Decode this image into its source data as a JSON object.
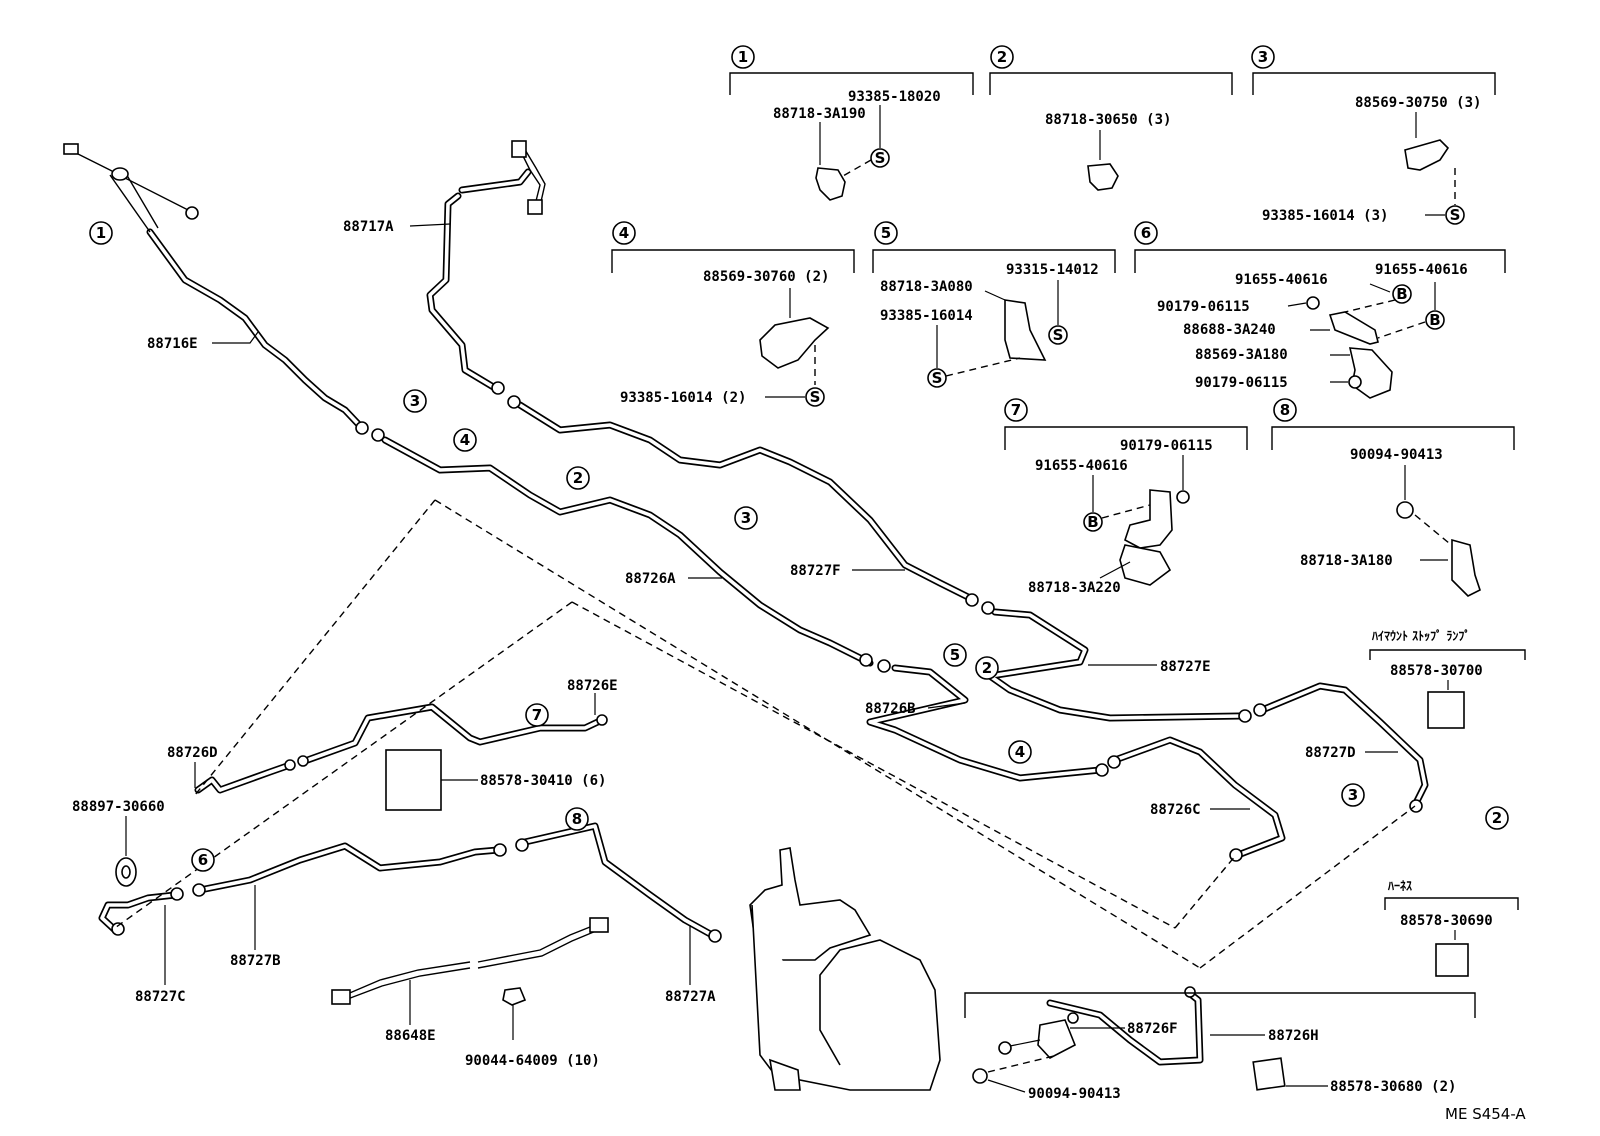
{
  "callouts": {
    "c1": "1",
    "c2": "2",
    "c3": "3",
    "c4": "4",
    "c5": "5",
    "c6": "6",
    "c7": "7",
    "c8": "8"
  },
  "s_symbol": "S",
  "b_symbol": "B",
  "detail_1": {
    "number": "1",
    "clamp": "88718-3A190",
    "screw": "93385-18020"
  },
  "detail_2": {
    "number": "2",
    "clamp": "88718-30650 (3)"
  },
  "detail_3": {
    "number": "3",
    "clamp": "88569-30750 (3)",
    "screw": "93385-16014 (3)"
  },
  "detail_4": {
    "number": "4",
    "clamp": "88569-30760 (2)",
    "screw": "93385-16014 (2)"
  },
  "detail_5": {
    "number": "5",
    "clamp": "88718-3A080",
    "screw_a": "93315-14012",
    "screw_b": "93385-16014"
  },
  "detail_6": {
    "number": "6",
    "bolt_a": "91655-40616",
    "bolt_b": "91655-40616",
    "nut_a": "90179-06115",
    "bracket": "88688-3A240",
    "clamp": "88569-3A180",
    "nut_b": "90179-06115"
  },
  "detail_7": {
    "number": "7",
    "nut": "90179-06115",
    "bolt": "91655-40616",
    "clamp": "88718-3A220"
  },
  "detail_8": {
    "number": "8",
    "screw": "90094-90413",
    "clamp": "88718-3A180"
  },
  "stop_lamp": {
    "title": "ﾊｲﾏｳﾝﾄ ｽﾄｯﾌﾟ ﾗﾝﾌﾟ",
    "part": "88578-30700"
  },
  "harness": {
    "title": "ﾊｰﾈｽ",
    "part": "88578-30690"
  },
  "labels": {
    "p88717A": "88717A",
    "p88716E": "88716E",
    "p88726A": "88726A",
    "p88727F": "88727F",
    "p88727E": "88727E",
    "p88726B": "88726B",
    "p88727D": "88727D",
    "p88726C": "88726C",
    "p88726E": "88726E",
    "p88726D": "88726D",
    "p88897": "88897-30660",
    "p88578_410": "88578-30410 (6)",
    "p88727C": "88727C",
    "p88727B": "88727B",
    "p88648E": "88648E",
    "p90044": "90044-64009 (10)",
    "p88727A": "88727A",
    "p88726F": "88726F",
    "p88726H": "88726H",
    "p90094": "90094-90413",
    "p88578_680": "88578-30680 (2)"
  },
  "diagram_code": "ME S454-A"
}
